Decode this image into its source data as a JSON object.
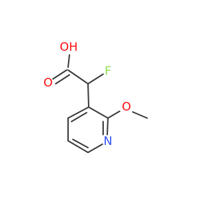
{
  "molecule": {
    "atoms": {
      "OH": {
        "text": "OH",
        "color": "#ff0d0d"
      },
      "O_carbonyl": {
        "text": "O",
        "color": "#ff0d0d"
      },
      "F": {
        "text": "F",
        "color": "#90e050"
      },
      "O_methoxy": {
        "text": "O",
        "color": "#ff0d0d"
      },
      "N": {
        "text": "N",
        "color": "#3050f8"
      }
    },
    "bond_color": "#3a3a3a"
  }
}
